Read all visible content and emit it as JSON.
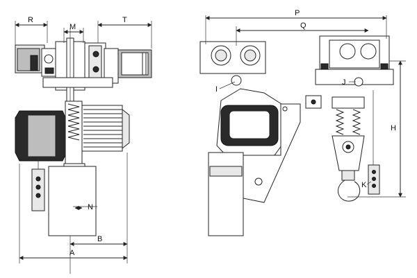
{
  "dimension_labels": {
    "R": "R",
    "M": "M",
    "T": "T",
    "P": "P",
    "Q": "Q",
    "I": "I",
    "J": "J",
    "H": "H",
    "K": "K",
    "N": "N",
    "B": "B",
    "A": "A"
  }
}
